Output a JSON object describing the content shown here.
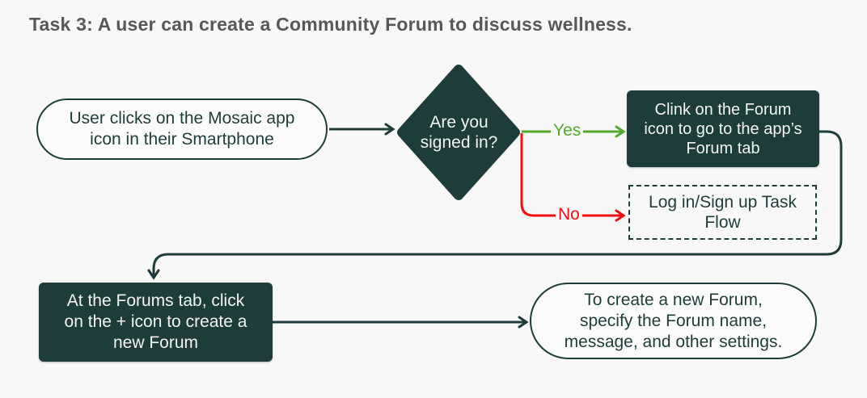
{
  "title": "Task 3: A user can create a Community Forum to discuss wellness.",
  "labels": {
    "yes": "Yes",
    "no": "No"
  },
  "nodes": {
    "start": {
      "line1": "User clicks on the Mosaic app",
      "line2": "icon in their Smartphone"
    },
    "decision": {
      "line1": "Are you",
      "line2": "signed in?"
    },
    "forum_tab": {
      "line1": "Clink on the Forum",
      "line2": "icon to go to the app’s",
      "line3": "Forum tab"
    },
    "login_flow": {
      "line1": "Log in/Sign up Task",
      "line2": "Flow"
    },
    "create_forum": {
      "line1": "At the Forums tab, click",
      "line2": "on the + icon to create a",
      "line3": "new Forum"
    },
    "end": {
      "line1": "To create a new Forum,",
      "line2": "specify the Forum name,",
      "line3": "message, and other settings."
    }
  },
  "colors": {
    "dark_teal": "#1e3c3a",
    "yes_green": "#55a82d",
    "no_red": "#f01010",
    "background": "#f7f8f7",
    "title_gray": "#57585a"
  }
}
